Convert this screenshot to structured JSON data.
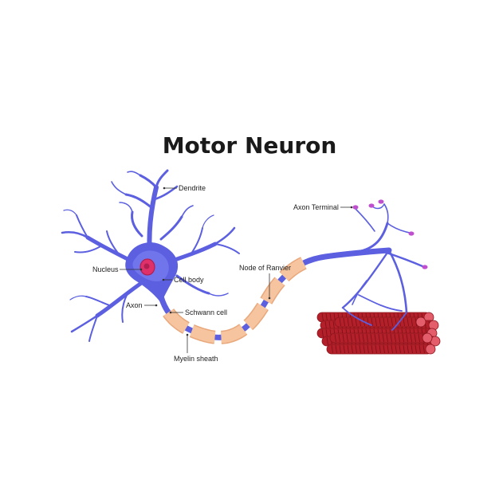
{
  "title": "Motor Neuron",
  "labels": {
    "dendrite": "Dendrite",
    "axon_terminal": "Axon Terminal",
    "nucleus": "Nucleus",
    "cell_body": "Cell body",
    "node_of_ranvier": "Node of Ranvier",
    "axon": "Axon",
    "schwann_cell": "Schwann cell",
    "myelin_sheath": "Myelin sheath"
  },
  "colors": {
    "neuron": "#5b5fe0",
    "neuron_light": "#7b7ff0",
    "nucleus": "#e0306a",
    "myelin": "#f6c49e",
    "myelin_edge": "#e9a87c",
    "terminal": "#c04fd0",
    "muscle": "#b3202a",
    "muscle_end": "#e45d6a"
  }
}
